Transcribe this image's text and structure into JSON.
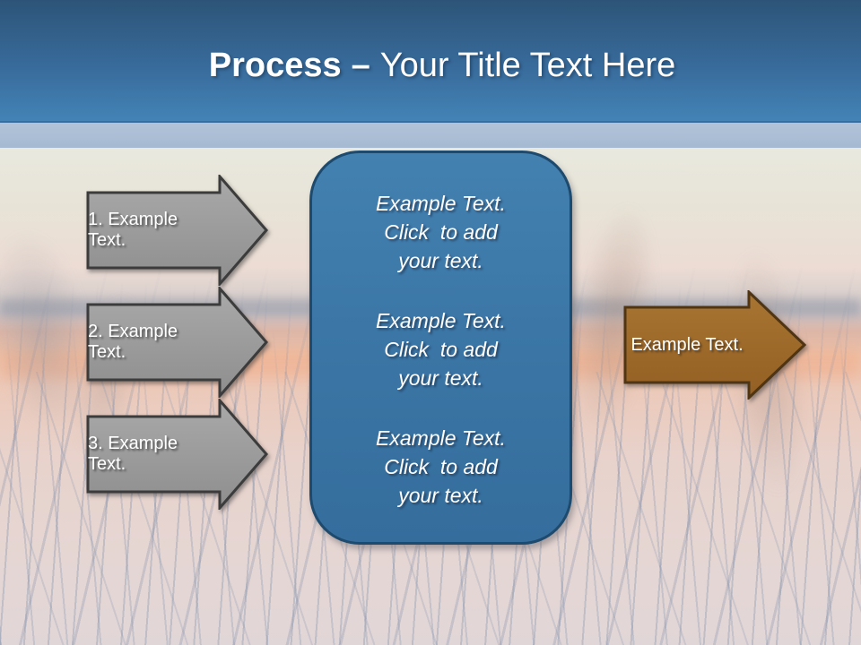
{
  "title": {
    "primary": "Process",
    "dash": "–",
    "secondary": "Your Title Text Here"
  },
  "steps": [
    {
      "label": "1. Example Text."
    },
    {
      "label": "2. Example Text."
    },
    {
      "label": "3. Example Text."
    }
  ],
  "panel": {
    "blocks": [
      {
        "text": "Example Text.\nClick  to add\nyour text."
      },
      {
        "text": "Example Text.\nClick  to add\nyour text."
      },
      {
        "text": "Example Text.\nClick  to add\nyour text."
      }
    ]
  },
  "result_arrow": {
    "label": "Example Text."
  },
  "colors": {
    "header_top": "#2d5478",
    "header_bottom": "#4383b6",
    "divider_band": "#a9bdd4",
    "step_fill": "#9c9c9c",
    "step_border": "#3c3c3c",
    "panel_fill": "#3b76a6",
    "panel_border": "#1d4a6d",
    "result_fill": "#a06a2a",
    "result_border": "#4f3514",
    "text": "#ffffff"
  }
}
